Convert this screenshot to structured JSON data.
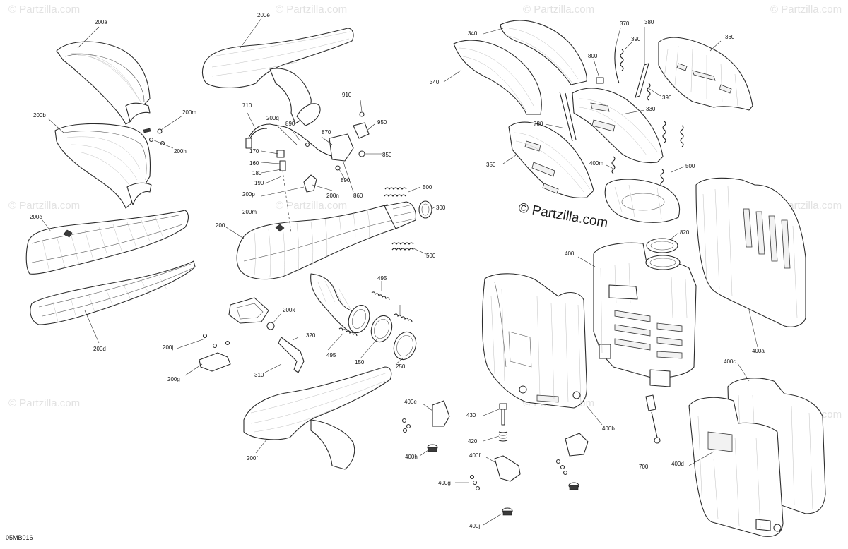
{
  "diagram_code": "05MB016",
  "watermark_center": "© Partzilla.com",
  "watermark_faint": "© Partzilla.com",
  "callouts": {
    "c200a": "200a",
    "c200b": "200b",
    "c200m_l": "200m",
    "c200h": "200h",
    "c200c": "200c",
    "c200d": "200d",
    "c200e": "200e",
    "c710": "710",
    "c200q": "200q",
    "c890a": "890",
    "c870": "870",
    "c910": "910",
    "c950": "950",
    "c850": "850",
    "c170": "170",
    "c160": "160",
    "c180": "180",
    "c190": "190",
    "c200p": "200p",
    "c890b": "890",
    "c860": "860",
    "c200n": "200n",
    "c500a": "500",
    "c200m_c": "200m",
    "c300": "300",
    "c200": "200",
    "c500b": "500",
    "c495a": "495",
    "c495b": "495",
    "c150": "150",
    "c250": "250",
    "c200k": "200k",
    "c320": "320",
    "c200j": "200j",
    "c200g": "200g",
    "c310": "310",
    "c200f": "200f",
    "c340a": "340",
    "c340b": "340",
    "c370": "370",
    "c380": "380",
    "c390a": "390",
    "c390b": "390",
    "c360": "360",
    "c800": "800",
    "c330": "330",
    "c780": "780",
    "c350": "350",
    "c400m": "400m",
    "c500c": "500",
    "c820": "820",
    "c400": "400",
    "c400a": "400a",
    "c400b": "400b",
    "c400c": "400c",
    "c400d": "400d",
    "c400e": "400e",
    "c400h": "400h",
    "c430": "430",
    "c420": "420",
    "c400f": "400f",
    "c400g": "400g",
    "c400j": "400j",
    "c700": "700"
  }
}
